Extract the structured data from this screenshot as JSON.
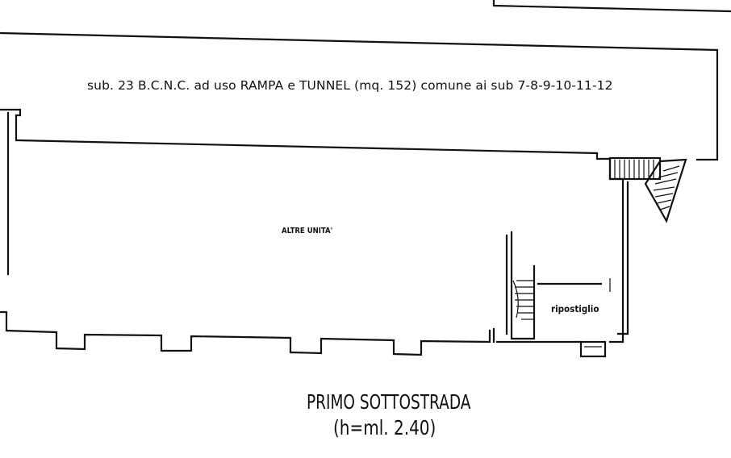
{
  "labels": {
    "ramp": "sub. 23 B.C.N.C. ad uso RAMPA e TUNNEL  (mq. 152) comune ai sub 7-8-9-10-11-12",
    "other_units": "ALTRE UNITA'",
    "storage": "ripostiglio",
    "floor_title": "PRIMO SOTTOSTRADA",
    "floor_height": "(h=ml. 2.40)"
  },
  "colors": {
    "ink": "#111111",
    "paper": "#ffffff"
  }
}
